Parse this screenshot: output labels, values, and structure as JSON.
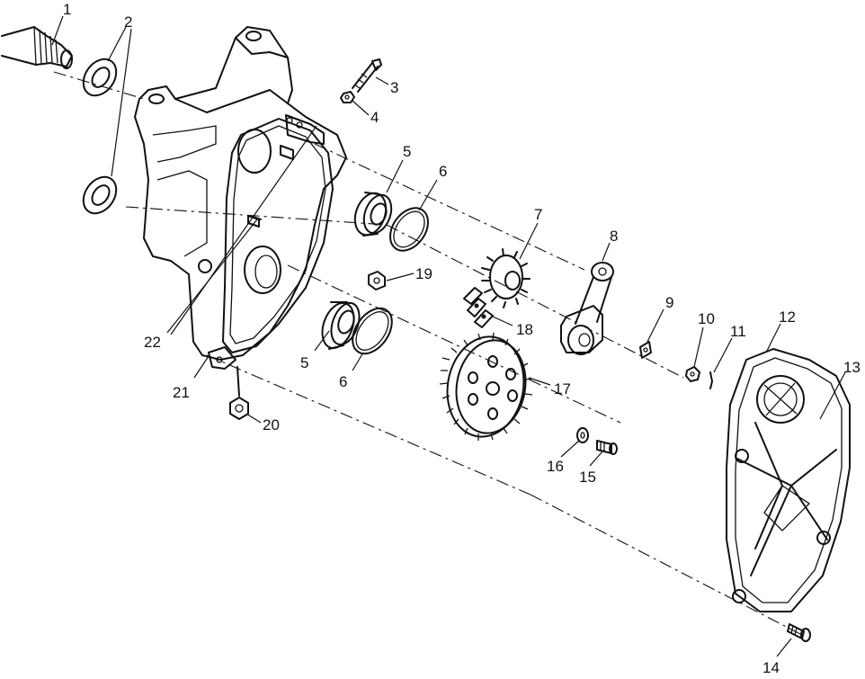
{
  "callouts": [
    {
      "id": "c1",
      "text": "1"
    },
    {
      "id": "c2",
      "text": "2"
    },
    {
      "id": "c3",
      "text": "3"
    },
    {
      "id": "c4",
      "text": "4"
    },
    {
      "id": "c5a",
      "text": "5"
    },
    {
      "id": "c6a",
      "text": "6"
    },
    {
      "id": "c7",
      "text": "7"
    },
    {
      "id": "c8",
      "text": "8"
    },
    {
      "id": "c9",
      "text": "9"
    },
    {
      "id": "c10",
      "text": "10"
    },
    {
      "id": "c11",
      "text": "11"
    },
    {
      "id": "c12",
      "text": "12"
    },
    {
      "id": "c13",
      "text": "13"
    },
    {
      "id": "c19",
      "text": "19"
    },
    {
      "id": "c18",
      "text": "18"
    },
    {
      "id": "c22",
      "text": "22"
    },
    {
      "id": "c5b",
      "text": "5"
    },
    {
      "id": "c6b",
      "text": "6"
    },
    {
      "id": "c17",
      "text": "17"
    },
    {
      "id": "c21",
      "text": "21"
    },
    {
      "id": "c20",
      "text": "20"
    },
    {
      "id": "c16",
      "text": "16"
    },
    {
      "id": "c15",
      "text": "15"
    },
    {
      "id": "c14",
      "text": "14"
    }
  ]
}
